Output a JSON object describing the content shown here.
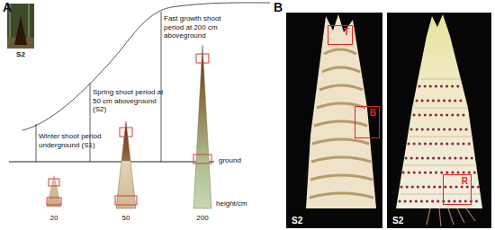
{
  "diagram": {
    "nodes": [
      {
        "text": [
          "S2"
        ]
      },
      {
        "text": [
          "S2"
        ]
      },
      {
        "text": [
          "T"
        ],
        "in": 1
      },
      {
        "text": [
          "B"
        ],
        "in": 1
      },
      {
        "text": [
          "S2"
        ]
      },
      {
        "text": [
          "R"
        ],
        "in": 4
      }
    ],
    "labels": [
      "A",
      "Winter shoot period underground (S1)",
      "Spring shoot period at 50 cm aboveground (S2)",
      "Fast growth shoot period at 200 cm aboveground",
      "ground",
      "20",
      "50",
      "200",
      "height/cm",
      "B"
    ]
  }
}
